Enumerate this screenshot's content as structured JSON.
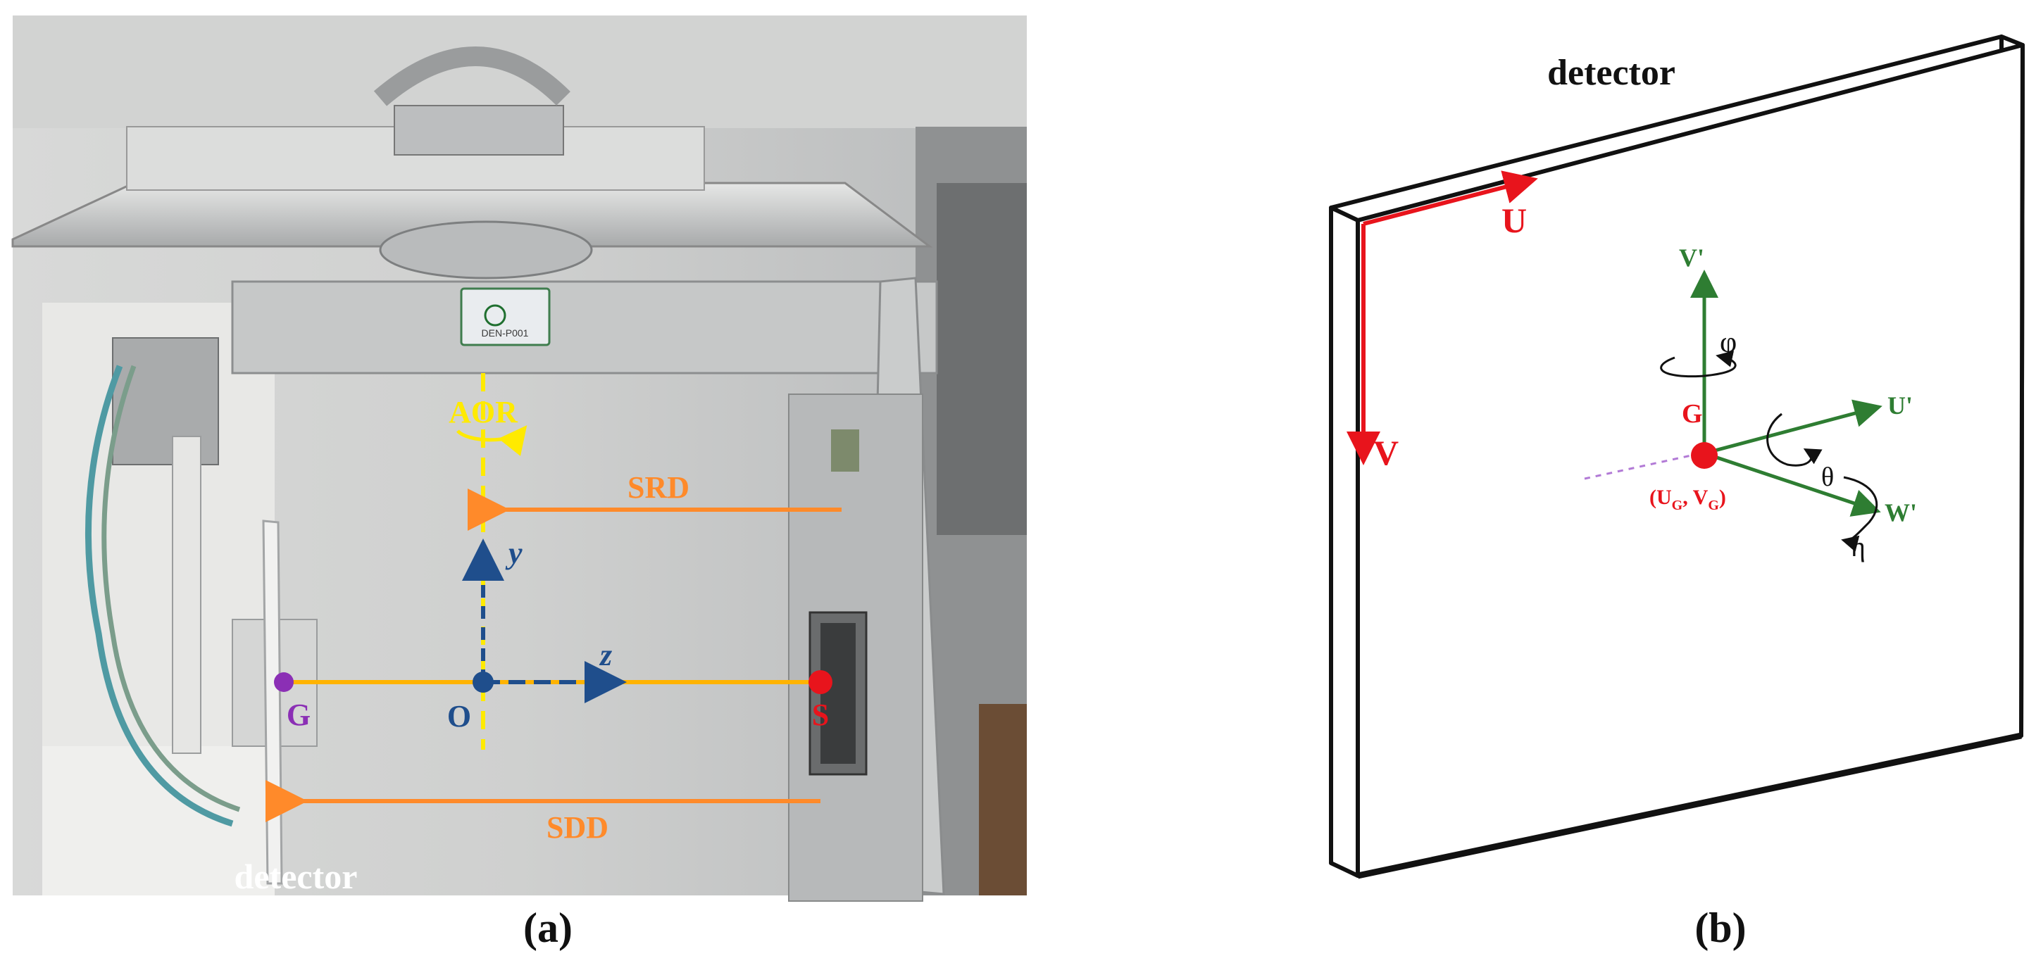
{
  "panel_a": {
    "caption": "(a)",
    "labels": {
      "aor": "AOR",
      "srd": "SRD",
      "sdd": "SDD",
      "y_axis": "y",
      "z_axis": "z",
      "origin": "O",
      "detector_point": "G",
      "source_point": "S",
      "detector": "detector",
      "device_tag": "DEN-P001"
    }
  },
  "panel_b": {
    "caption": "(b)",
    "labels": {
      "detector": "detector",
      "u": "U",
      "v": "V",
      "u_prime": "U'",
      "v_prime": "V'",
      "w_prime": "W'",
      "g": "G",
      "g_coords": "(U",
      "g_coords_sub1": "G",
      "g_coords_mid": ", V",
      "g_coords_sub2": "G",
      "g_coords_end": ")",
      "phi": "φ",
      "theta": "θ",
      "eta": "η"
    }
  },
  "colors": {
    "yellow": "#ffea00",
    "orange": "#ff8a2a",
    "blue": "#1f4e8c",
    "purple": "#8b2fb5",
    "red": "#e8141c",
    "green": "#2e7d32",
    "photo_bg": "#c9cacb"
  }
}
